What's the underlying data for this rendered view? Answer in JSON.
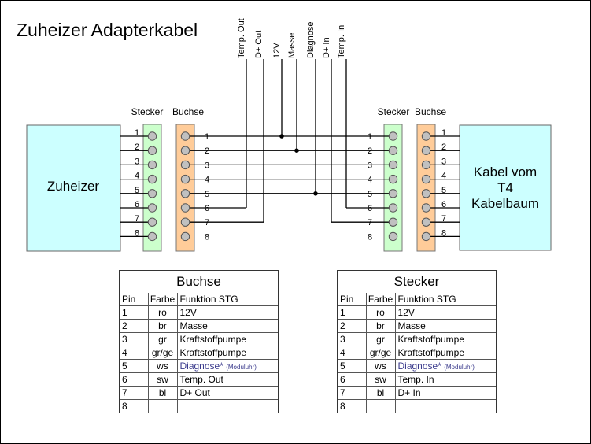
{
  "title": "Zuheizer Adapterkabel",
  "left_box_label": "Zuheizer",
  "right_box_label": [
    "Kabel vom",
    "T4",
    "Kabelbaum"
  ],
  "connector_labels": {
    "stecker": "Stecker",
    "buchse": "Buchse"
  },
  "pins": [
    "1",
    "2",
    "3",
    "4",
    "5",
    "6",
    "7",
    "8"
  ],
  "tap_labels": [
    "Temp. Out",
    "D+ Out",
    "12V",
    "Masse",
    "Diagnose",
    "D+ In",
    "Temp. In"
  ],
  "tables": [
    {
      "title": "Buchse",
      "headers": [
        "Pin",
        "Farbe",
        "Funktion STG"
      ],
      "rows": [
        {
          "pin": "1",
          "farbe": "ro",
          "funktion": "12V",
          "note": ""
        },
        {
          "pin": "2",
          "farbe": "br",
          "funktion": "Masse",
          "note": ""
        },
        {
          "pin": "3",
          "farbe": "gr",
          "funktion": "Kraftstoffpumpe",
          "note": ""
        },
        {
          "pin": "4",
          "farbe": "gr/ge",
          "funktion": "Kraftstoffpumpe",
          "note": ""
        },
        {
          "pin": "5",
          "farbe": "ws",
          "funktion": "Diagnose*",
          "note": "(Moduluhr)"
        },
        {
          "pin": "6",
          "farbe": "sw",
          "funktion": "Temp. Out",
          "note": ""
        },
        {
          "pin": "7",
          "farbe": "bl",
          "funktion": "D+ Out",
          "note": ""
        },
        {
          "pin": "8",
          "farbe": "",
          "funktion": "",
          "note": ""
        }
      ]
    },
    {
      "title": "Stecker",
      "headers": [
        "Pin",
        "Farbe",
        "Funktion STG"
      ],
      "rows": [
        {
          "pin": "1",
          "farbe": "ro",
          "funktion": "12V",
          "note": ""
        },
        {
          "pin": "2",
          "farbe": "br",
          "funktion": "Masse",
          "note": ""
        },
        {
          "pin": "3",
          "farbe": "gr",
          "funktion": "Kraftstoffpumpe",
          "note": ""
        },
        {
          "pin": "4",
          "farbe": "gr/ge",
          "funktion": "Kraftstoffpumpe",
          "note": ""
        },
        {
          "pin": "5",
          "farbe": "ws",
          "funktion": "Diagnose*",
          "note": "(Moduluhr)"
        },
        {
          "pin": "6",
          "farbe": "sw",
          "funktion": "Temp. In",
          "note": ""
        },
        {
          "pin": "7",
          "farbe": "bl",
          "funktion": "D+ In",
          "note": ""
        },
        {
          "pin": "8",
          "farbe": "",
          "funktion": "",
          "note": ""
        }
      ]
    }
  ],
  "colors": {
    "device_box": "#ccffff",
    "stecker_fill": "#ccffcc",
    "buchse_fill": "#ffcc99",
    "pin_fill": "#c0c0c0",
    "diagnose_text": "#3a3a8c"
  }
}
